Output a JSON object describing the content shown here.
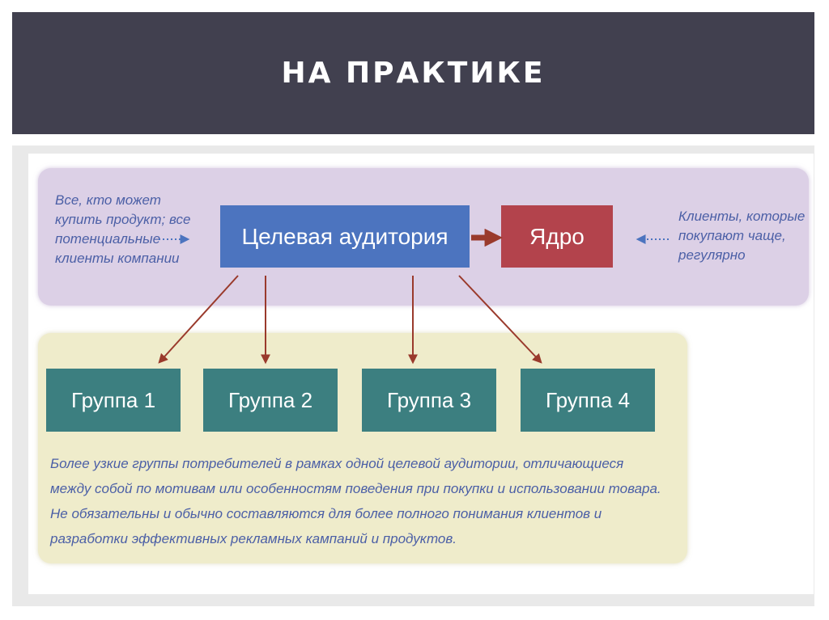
{
  "header": {
    "title": "НА ПРАКТИКЕ"
  },
  "diagram": {
    "left_note": "Все, кто может купить продукт; все потенциальные клиенты компании",
    "target_audience": "Целевая аудитория",
    "core": "Ядро",
    "right_note": "Клиенты, которые покупают чаще, регулярно",
    "groups": [
      "Группа 1",
      "Группа 2",
      "Группа 3",
      "Группа 4"
    ],
    "description": "Более узкие группы потребителей в рамках одной целевой аудитории, отличающиеся между собой по мотивам или особенностям поведения при покупки и использовании товара. Не обязательны и обычно составляются для более полного понимания клиентов и разработки эффективных рекламных кампаний и продуктов.",
    "colors": {
      "header": "#41404f",
      "target_audience": "#4c74bf",
      "core": "#b3434c",
      "group": "#3c7f80",
      "note_text": "#4b5fa6",
      "arrow": "#9a3a2c",
      "dotted_arrow": "#4c74bf"
    }
  }
}
